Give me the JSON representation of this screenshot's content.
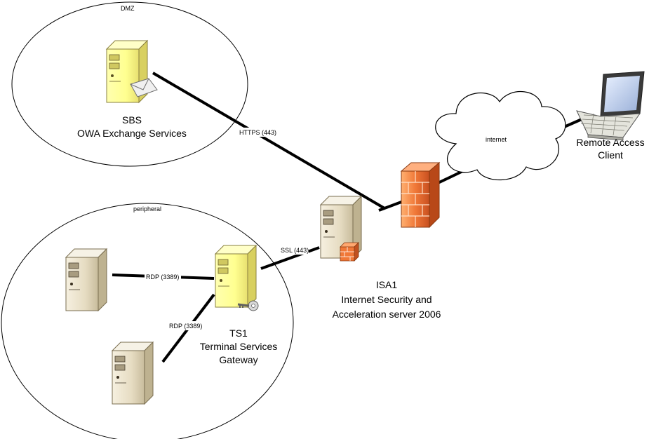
{
  "zones": {
    "dmz": "DMZ",
    "peripheral": "peripheral"
  },
  "nodes": {
    "sbs": {
      "lines": [
        "SBS",
        "OWA Exchange Services"
      ],
      "icon": "server-mail-icon"
    },
    "ts1": {
      "lines": [
        "TS1",
        "Terminal Services",
        "Gateway"
      ],
      "icon": "server-key-icon"
    },
    "isa1": {
      "lines": [
        "ISA1",
        "Internet Security and",
        "Acceleration server 2006"
      ],
      "icon": "server-firewall-icon"
    },
    "client": {
      "lines": [
        "Remote Access",
        "Client"
      ],
      "icon": "laptop-icon"
    },
    "internet": {
      "label": "internet",
      "icon": "cloud-icon"
    },
    "firewall": {
      "icon": "firewall-icon"
    },
    "server_left": {
      "icon": "server-icon"
    },
    "server_bottom": {
      "icon": "server-icon"
    }
  },
  "links": {
    "https": "HTTPS (443)",
    "ssl": "SSL (443)",
    "rdp_top": "RDP (3389)",
    "rdp_bottom": "RDP (3389)"
  },
  "colors": {
    "server_yellow": "#FFFF99",
    "server_beige": "#E8DCC0",
    "firewall_orange": "#F07838"
  }
}
